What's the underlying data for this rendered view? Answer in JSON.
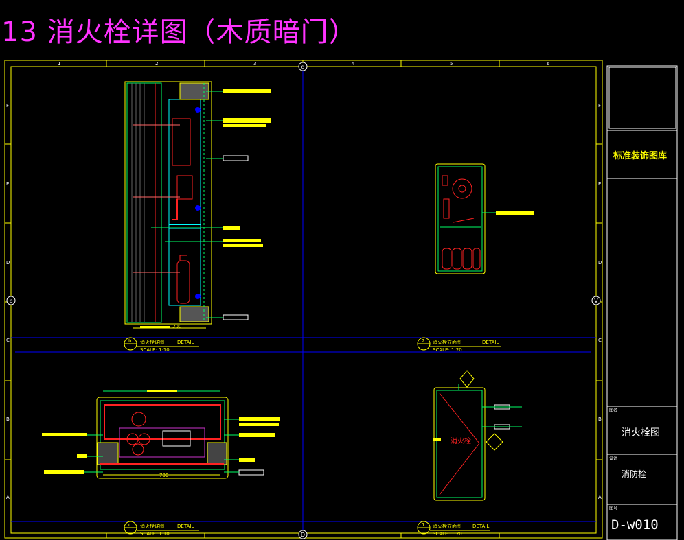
{
  "title": "13  消火栓详图（木质暗门）",
  "title_block": {
    "company": "标准装饰图库",
    "drawing_name_label": "图名",
    "drawing_name": "消火栓图",
    "drawing_no_label": "图号",
    "drawing_no": "D-w010",
    "design_label": "设计",
    "design_value": "消防栓"
  },
  "grid": {
    "top_marker": "d",
    "left_marker": "b",
    "right_marker": "V",
    "bottom_marker": "D",
    "columns": [
      "1",
      "2",
      "3",
      "4",
      "5",
      "6"
    ],
    "rows": [
      "F",
      "E",
      "D",
      "C",
      "B",
      "A"
    ]
  },
  "details": [
    {
      "num": "b",
      "title": "消火栓详图一",
      "suffix": "DETAIL",
      "scale": "SCALE: 1:10"
    },
    {
      "num": "2",
      "title": "消火栓立面图一",
      "suffix": "DETAIL",
      "scale": "SCALE: 1:20"
    },
    {
      "num": "c",
      "title": "消火栓详图一",
      "suffix": "DETAIL",
      "scale": "SCALE: 1:10"
    },
    {
      "num": "1",
      "title": "消火栓立面图",
      "suffix": "DETAIL",
      "scale": "SCALE: 1:20"
    }
  ],
  "dims": {
    "d1_bottom": "200",
    "d3_width": "700",
    "d4_label": "消火栓"
  },
  "colors": {
    "title": "#ff33ff",
    "frame": "#ffff00",
    "grid_line": "#0000ff",
    "hydrant": "#ff2222",
    "callout": "#ffff00"
  }
}
